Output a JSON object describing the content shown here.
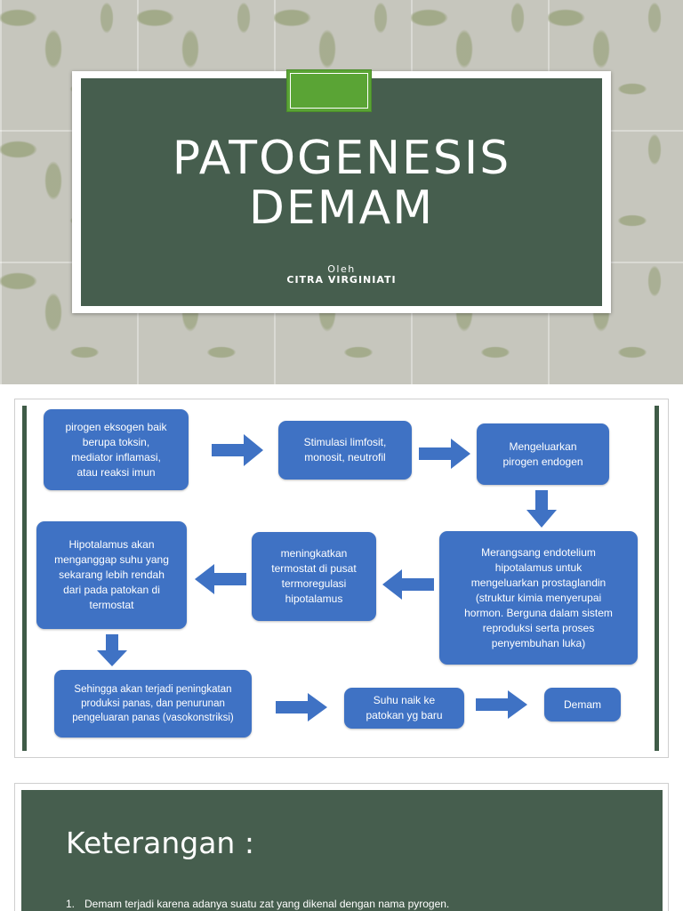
{
  "slide1": {
    "title": "PATOGENESIS\nDEMAM",
    "byline_prefix": "Oleh",
    "author": "CITRA VIRGINIATI"
  },
  "diagram": {
    "box_color": "#3f72c4",
    "nodes": {
      "pirogen_eksogen": "pirogen eksogen baik\nberupa toksin,\nmediator inflamasi,\natau reaksi imun",
      "stimulasi": "Stimulasi limfosit,\nmonosit, neutrofil",
      "mengeluarkan": "Mengeluarkan\npirogen endogen",
      "merangsang": "Merangsang endotelium\nhipotalamus untuk\nmengeluarkan prostaglandin\n(struktur kimia menyerupai\nhormon. Berguna dalam sistem\nreproduksi serta proses\npenyembuhan luka)",
      "meningkatkan": "meningkatkan\ntermostat di pusat\ntermoregulasi\nhipotalamus",
      "hipotalamus": "Hipotalamus akan\nmenganggap suhu yang\nsekarang lebih rendah\ndari pada patokan di\ntermostat",
      "sehingga": "Sehingga akan terjadi peningkatan\nproduksi panas, dan penurunan\npengeluaran panas (vasokonstriksi)",
      "suhu_naik": "Suhu naik ke\npatokan yg baru",
      "demam": "Demam"
    }
  },
  "slide3": {
    "heading": "Keterangan :",
    "items": [
      {
        "num": "1.",
        "text": "Demam terjadi karena adanya suatu zat yang dikenal dengan nama pyrogen."
      }
    ]
  }
}
